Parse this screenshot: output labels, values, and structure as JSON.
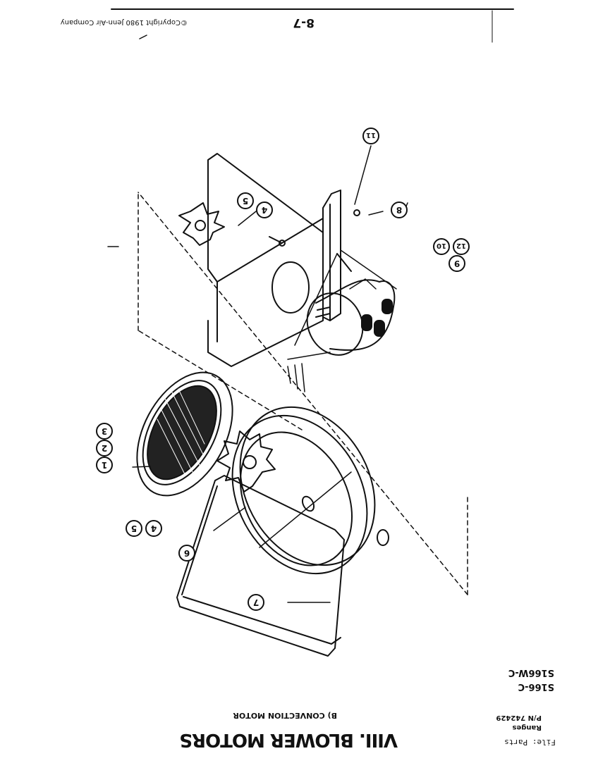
{
  "header": {
    "copyright": "©Copyright 1980 Jenn-Air Company",
    "page_number": "8-7"
  },
  "title_block": {
    "section_title": "VIII. BLOWER MOTORS",
    "subtitle": "B) CONVECTION MOTOR",
    "file_line": "File: Parts",
    "category": "Ranges",
    "part_number": "P/N 742429",
    "models": [
      "S166-C",
      "S166W-C"
    ]
  },
  "callouts": {
    "c1": "1",
    "c2": "2",
    "c3": "3",
    "c4a": "4",
    "c5a": "5",
    "c6": "6",
    "c7": "7",
    "c8": "8",
    "c9": "9",
    "c10": "10",
    "c11": "11",
    "c12": "12",
    "c4b": "4",
    "c5b": "5"
  }
}
